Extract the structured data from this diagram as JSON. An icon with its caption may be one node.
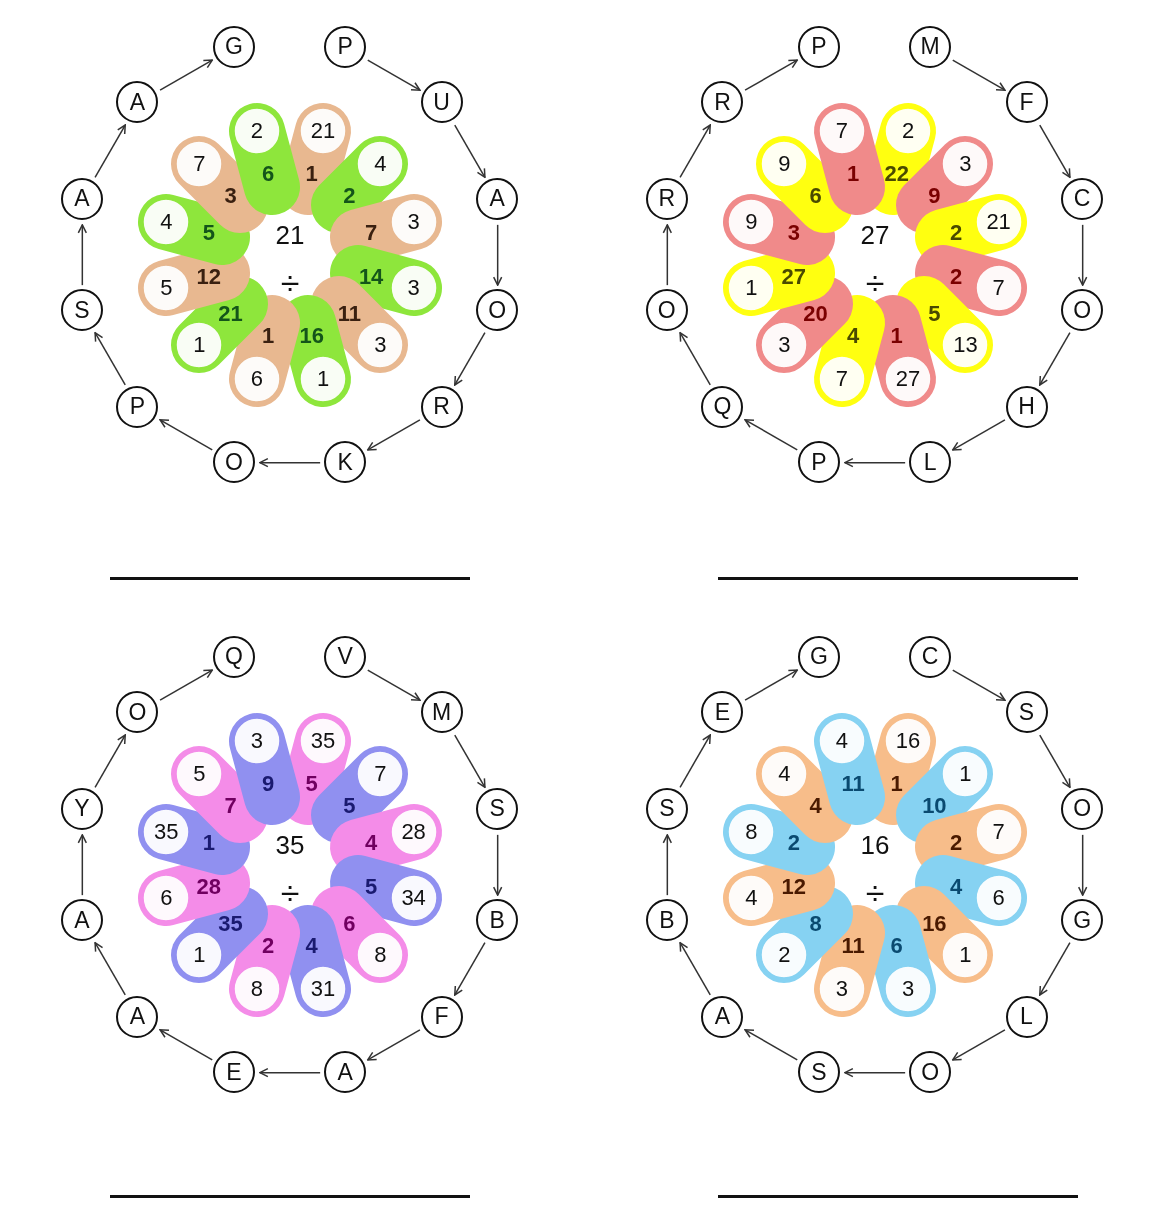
{
  "diagram": {
    "nodes": [
      {
        "text": [
          "P"
        ]
      },
      {
        "text": [
          "U"
        ]
      },
      {
        "text": [
          "A"
        ]
      },
      {
        "text": [
          "O"
        ]
      },
      {
        "text": [
          "R"
        ]
      },
      {
        "text": [
          "K"
        ]
      },
      {
        "text": [
          "O"
        ]
      },
      {
        "text": [
          "P"
        ]
      },
      {
        "text": [
          "S"
        ]
      },
      {
        "text": [
          "A"
        ]
      },
      {
        "text": [
          "A"
        ]
      },
      {
        "text": [
          "G"
        ]
      },
      {
        "text": [
          "21",
          "1"
        ]
      },
      {
        "text": [
          "4",
          "2"
        ]
      },
      {
        "text": [
          "3",
          "7"
        ]
      },
      {
        "text": [
          "3",
          "14"
        ]
      },
      {
        "text": [
          "11",
          "3"
        ]
      },
      {
        "text": [
          "16",
          "1"
        ]
      },
      {
        "text": [
          "1",
          "6"
        ]
      },
      {
        "text": [
          "21",
          "1"
        ]
      },
      {
        "text": [
          "5",
          "12"
        ]
      },
      {
        "text": [
          "4",
          "5"
        ]
      },
      {
        "text": [
          "7",
          "3"
        ]
      },
      {
        "text": [
          "2",
          "6"
        ]
      },
      {
        "text": [
          "M"
        ]
      },
      {
        "text": [
          "F"
        ]
      },
      {
        "text": [
          "C"
        ]
      },
      {
        "text": [
          "O"
        ]
      },
      {
        "text": [
          "H"
        ]
      },
      {
        "text": [
          "L"
        ]
      },
      {
        "text": [
          "P"
        ]
      },
      {
        "text": [
          "Q"
        ]
      },
      {
        "text": [
          "O"
        ]
      },
      {
        "text": [
          "R"
        ]
      },
      {
        "text": [
          "R"
        ]
      },
      {
        "text": [
          "P"
        ]
      },
      {
        "text": [
          "2",
          "22"
        ]
      },
      {
        "text": [
          "3",
          "9"
        ]
      },
      {
        "text": [
          "21",
          "2"
        ]
      },
      {
        "text": [
          "7",
          "2"
        ]
      },
      {
        "text": [
          "5",
          "13"
        ]
      },
      {
        "text": [
          "1",
          "27"
        ]
      },
      {
        "text": [
          "4",
          "7"
        ]
      },
      {
        "text": [
          "20",
          "3"
        ]
      },
      {
        "text": [
          "1",
          "27"
        ]
      },
      {
        "text": [
          "9",
          "3"
        ]
      },
      {
        "text": [
          "9",
          "6"
        ]
      },
      {
        "text": [
          "7",
          "1"
        ]
      },
      {
        "text": [
          "V"
        ]
      },
      {
        "text": [
          "M"
        ]
      },
      {
        "text": [
          "S"
        ]
      },
      {
        "text": [
          "B"
        ]
      },
      {
        "text": [
          "F"
        ]
      },
      {
        "text": [
          "A"
        ]
      },
      {
        "text": [
          "E"
        ]
      },
      {
        "text": [
          "A"
        ]
      },
      {
        "text": [
          "A"
        ]
      },
      {
        "text": [
          "Y"
        ]
      },
      {
        "text": [
          "O"
        ]
      },
      {
        "text": [
          "Q"
        ]
      },
      {
        "text": [
          "35",
          "5"
        ]
      },
      {
        "text": [
          "7",
          "5"
        ]
      },
      {
        "text": [
          "28",
          "4"
        ]
      },
      {
        "text": [
          "34",
          "5"
        ]
      },
      {
        "text": [
          "6",
          "8"
        ]
      },
      {
        "text": [
          "4",
          "31"
        ]
      },
      {
        "text": [
          "2",
          "8"
        ]
      },
      {
        "text": [
          "35",
          "1"
        ]
      },
      {
        "text": [
          "6",
          "28"
        ]
      },
      {
        "text": [
          "35",
          "1"
        ]
      },
      {
        "text": [
          "5",
          "7"
        ]
      },
      {
        "text": [
          "3",
          "9"
        ]
      },
      {
        "text": [
          "C"
        ]
      },
      {
        "text": [
          "S"
        ]
      },
      {
        "text": [
          "O"
        ]
      },
      {
        "text": [
          "G"
        ]
      },
      {
        "text": [
          "L"
        ]
      },
      {
        "text": [
          "O"
        ]
      },
      {
        "text": [
          "S"
        ]
      },
      {
        "text": [
          "A"
        ]
      },
      {
        "text": [
          "B"
        ]
      },
      {
        "text": [
          "S"
        ]
      },
      {
        "text": [
          "E"
        ]
      },
      {
        "text": [
          "G"
        ]
      },
      {
        "text": [
          "16",
          "1"
        ]
      },
      {
        "text": [
          "1",
          "10"
        ]
      },
      {
        "text": [
          "7",
          "2"
        ]
      },
      {
        "text": [
          "6",
          "4"
        ]
      },
      {
        "text": [
          "16",
          "1"
        ]
      },
      {
        "text": [
          "6",
          "3"
        ]
      },
      {
        "text": [
          "11",
          "3"
        ]
      },
      {
        "text": [
          "8",
          "2"
        ]
      },
      {
        "text": [
          "4",
          "12"
        ]
      },
      {
        "text": [
          "8",
          "2"
        ]
      },
      {
        "text": [
          "4",
          "4"
        ]
      },
      {
        "text": [
          "4",
          "11"
        ]
      }
    ],
    "edges": [
      {
        "from": 0,
        "to": 1,
        "arrow": "to"
      },
      {
        "from": 1,
        "to": 2,
        "arrow": "to"
      },
      {
        "from": 2,
        "to": 3,
        "arrow": "to"
      },
      {
        "from": 3,
        "to": 4,
        "arrow": "to"
      },
      {
        "from": 4,
        "to": 5,
        "arrow": "to"
      },
      {
        "from": 5,
        "to": 6,
        "arrow": "to"
      },
      {
        "from": 6,
        "to": 7,
        "arrow": "to"
      },
      {
        "from": 7,
        "to": 8,
        "arrow": "to"
      },
      {
        "from": 8,
        "to": 9,
        "arrow": "to"
      },
      {
        "from": 9,
        "to": 10,
        "arrow": "to"
      },
      {
        "from": 10,
        "to": 11,
        "arrow": "to"
      },
      {
        "from": 24,
        "to": 25,
        "arrow": "to"
      },
      {
        "from": 25,
        "to": 26,
        "arrow": "to"
      },
      {
        "from": 26,
        "to": 27,
        "arrow": "to"
      },
      {
        "from": 27,
        "to": 28,
        "arrow": "to"
      },
      {
        "from": 28,
        "to": 29,
        "arrow": "to"
      },
      {
        "from": 29,
        "to": 30,
        "arrow": "to"
      },
      {
        "from": 30,
        "to": 31,
        "arrow": "to"
      },
      {
        "from": 31,
        "to": 32,
        "arrow": "to"
      },
      {
        "from": 32,
        "to": 33,
        "arrow": "to"
      },
      {
        "from": 33,
        "to": 34,
        "arrow": "to"
      },
      {
        "from": 34,
        "to": 35,
        "arrow": "to"
      },
      {
        "from": 48,
        "to": 49,
        "arrow": "to"
      },
      {
        "from": 49,
        "to": 50,
        "arrow": "to"
      },
      {
        "from": 50,
        "to": 51,
        "arrow": "to"
      },
      {
        "from": 51,
        "to": 52,
        "arrow": "to"
      },
      {
        "from": 52,
        "to": 53,
        "arrow": "to"
      },
      {
        "from": 53,
        "to": 54,
        "arrow": "to"
      },
      {
        "from": 54,
        "to": 55,
        "arrow": "to"
      },
      {
        "from": 55,
        "to": 56,
        "arrow": "to"
      },
      {
        "from": 56,
        "to": 57,
        "arrow": "to"
      },
      {
        "from": 57,
        "to": 58,
        "arrow": "to"
      },
      {
        "from": 58,
        "to": 59,
        "arrow": "to"
      },
      {
        "from": 72,
        "to": 73,
        "arrow": "to"
      },
      {
        "from": 73,
        "to": 74,
        "arrow": "to"
      },
      {
        "from": 74,
        "to": 75,
        "arrow": "to"
      },
      {
        "from": 75,
        "to": 76,
        "arrow": "to"
      },
      {
        "from": 76,
        "to": 77,
        "arrow": "to"
      },
      {
        "from": 77,
        "to": 78,
        "arrow": "to"
      },
      {
        "from": 78,
        "to": 79,
        "arrow": "to"
      },
      {
        "from": 79,
        "to": 80,
        "arrow": "to"
      },
      {
        "from": 80,
        "to": 81,
        "arrow": "to"
      },
      {
        "from": 81,
        "to": 82,
        "arrow": "to"
      },
      {
        "from": 82,
        "to": 83,
        "arrow": "to"
      }
    ],
    "labels": [
      "21",
      "÷",
      "27",
      "÷",
      "35",
      "÷",
      "16",
      "÷"
    ]
  }
}
